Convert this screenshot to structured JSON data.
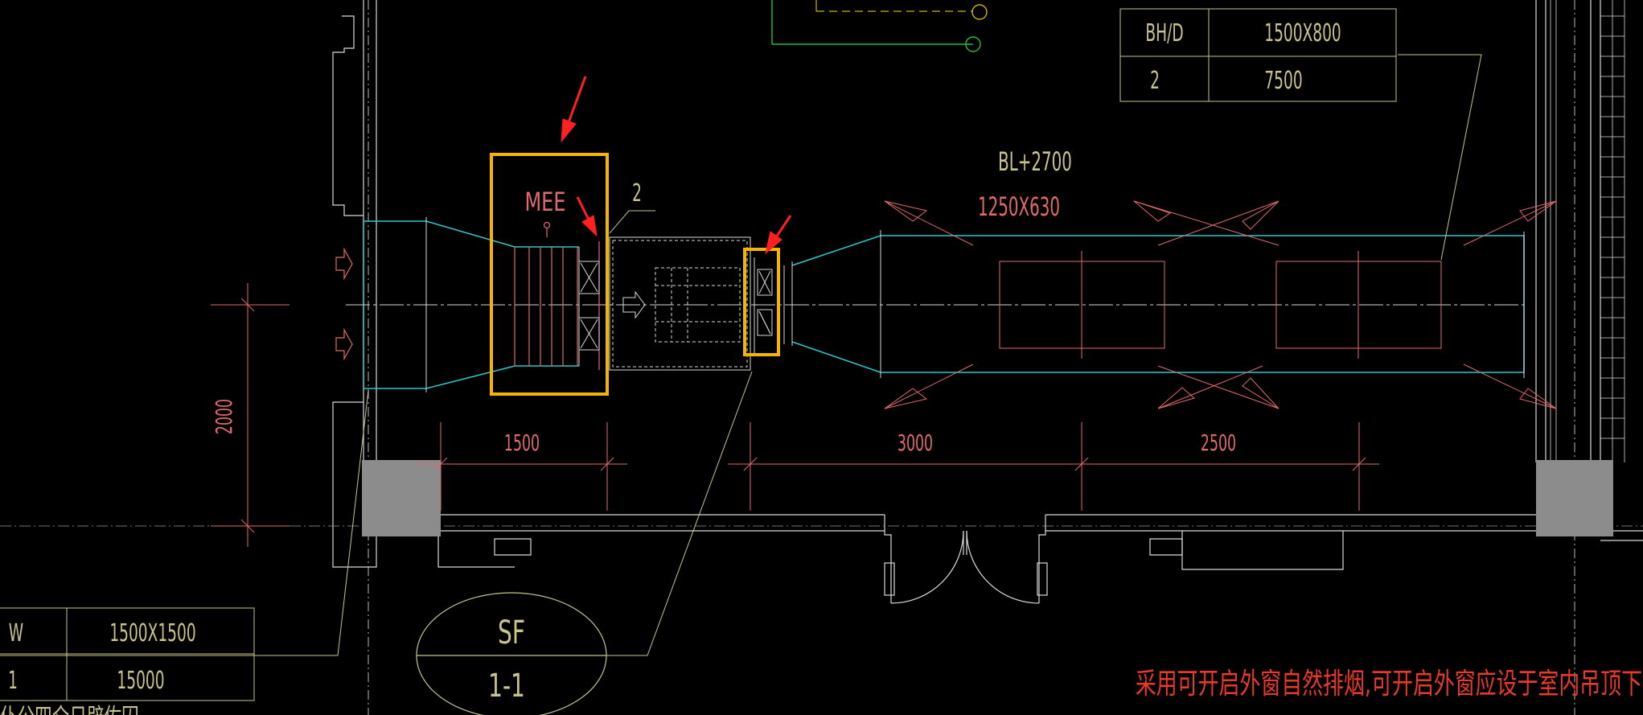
{
  "colors": {
    "background": "#000000",
    "wall": "#d9d9d9",
    "duct": "#2ec7c7",
    "equipment": "#e06b6b",
    "dim": "#e06b6b",
    "label_yellow": "#c8c48a",
    "highlight": "#f5b400",
    "arrow_red": "#ff2020",
    "column_gray": "#8c8c8c",
    "leader_green": "#20c040",
    "cn_text": "#e83a2a"
  },
  "tables": {
    "duct_table": {
      "header": [
        "BH/D",
        "1500X800"
      ],
      "row": [
        "2",
        "7500"
      ]
    },
    "window_table": {
      "header": [
        "W",
        "1500X1500"
      ],
      "row": [
        "1",
        "15000"
      ]
    }
  },
  "labels": {
    "equipment_tag": "MEE",
    "tag_number": "2",
    "elevation": "BL+2700",
    "duct_size": "1250X630",
    "section_top": "SF",
    "section_bottom": "1-1",
    "note_cn": "采用可开启外窗自然排烟,可开启外窗应设于室内吊顶下",
    "bottom_left_cn": "仆公四仑日辟佐囚"
  },
  "dimensions": {
    "vertical": "2000",
    "d1": "1500",
    "d2": "3000",
    "d3": "2500"
  }
}
